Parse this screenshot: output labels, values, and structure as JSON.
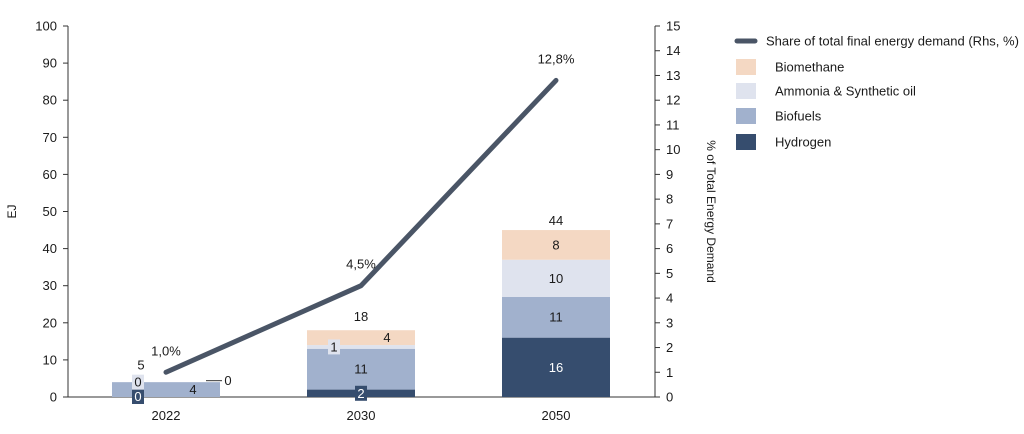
{
  "chart_data": {
    "type": "bar",
    "stacked": true,
    "categories": [
      "2022",
      "2030",
      "2050"
    ],
    "series": [
      {
        "name": "Hydrogen",
        "color": "#364d6e",
        "values": [
          0,
          2,
          16
        ]
      },
      {
        "name": "Biofuels",
        "color": "#a1b1cd",
        "values": [
          4,
          11,
          11
        ]
      },
      {
        "name": "Ammonia & Synthetic oil",
        "color": "#dfe3ee",
        "values": [
          0,
          1,
          10
        ]
      },
      {
        "name": "Biomethane",
        "color": "#f4d8c3",
        "values": [
          0,
          4,
          8
        ]
      }
    ],
    "segment_labels": [
      {
        "category": "2022",
        "series": "Hydrogen",
        "text": "0"
      },
      {
        "category": "2022",
        "series": "Biofuels",
        "text": "4"
      },
      {
        "category": "2022",
        "series": "Ammonia & Synthetic oil",
        "text": "0"
      },
      {
        "category": "2022",
        "series": "Biomethane",
        "text": "0"
      },
      {
        "category": "2030",
        "series": "Hydrogen",
        "text": "2"
      },
      {
        "category": "2030",
        "series": "Biofuels",
        "text": "11"
      },
      {
        "category": "2030",
        "series": "Ammonia & Synthetic oil",
        "text": "1"
      },
      {
        "category": "2030",
        "series": "Biomethane",
        "text": "4"
      },
      {
        "category": "2050",
        "series": "Hydrogen",
        "text": "16"
      },
      {
        "category": "2050",
        "series": "Biofuels",
        "text": "11"
      },
      {
        "category": "2050",
        "series": "Ammonia & Synthetic oil",
        "text": "10"
      },
      {
        "category": "2050",
        "series": "Biomethane",
        "text": "8"
      }
    ],
    "totals": [
      {
        "category": "2022",
        "value": 5,
        "text": "5"
      },
      {
        "category": "2030",
        "value": 18,
        "text": "18"
      },
      {
        "category": "2050",
        "value": 44,
        "text": "44"
      }
    ],
    "line": {
      "name": "Share of total final energy demand (Rhs, %)",
      "color": "#4a5566",
      "values": [
        1.0,
        4.5,
        12.8
      ],
      "labels": [
        "1,0%",
        "4,5%",
        "12,8%"
      ]
    },
    "ylabel": "EJ",
    "y2label": "% of Total Energy Demand",
    "ylim": [
      0,
      100
    ],
    "y2lim": [
      0,
      15
    ],
    "yticks": [
      0,
      10,
      20,
      30,
      40,
      50,
      60,
      70,
      80,
      90,
      100
    ],
    "y2ticks": [
      0,
      1,
      2,
      3,
      4,
      5,
      6,
      7,
      8,
      9,
      10,
      11,
      12,
      13,
      14,
      15
    ],
    "grid": false,
    "legend": "right",
    "legend_order": [
      "line",
      "Biomethane",
      "Ammonia & Synthetic oil",
      "Biofuels",
      "Hydrogen"
    ]
  }
}
